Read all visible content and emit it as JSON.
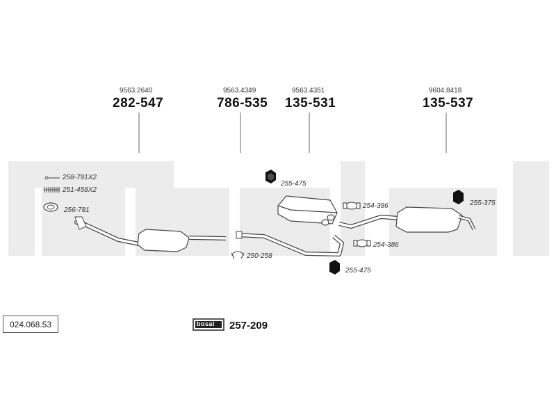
{
  "part_headers": [
    {
      "ref": "9563.2640",
      "num": "282-547"
    },
    {
      "ref": "9563.4349",
      "num": "786-535"
    },
    {
      "ref": "9563.4351",
      "num": "135-531"
    },
    {
      "ref": "9604.8418",
      "num": "135-537"
    }
  ],
  "legend": {
    "bolt": "258-791X2",
    "spring": "251-458X2",
    "gasket": "256-781"
  },
  "callouts": {
    "nut_top": "255-475",
    "clamp_top": "254-386",
    "nut_right": "255-375",
    "clamp_bottom": "254-386",
    "clamp_left": "250-258",
    "nut_bottom": "255-475"
  },
  "diagram_code": "024.068.53",
  "brand": {
    "logo_text": "bosal",
    "set_number": "257-209"
  }
}
